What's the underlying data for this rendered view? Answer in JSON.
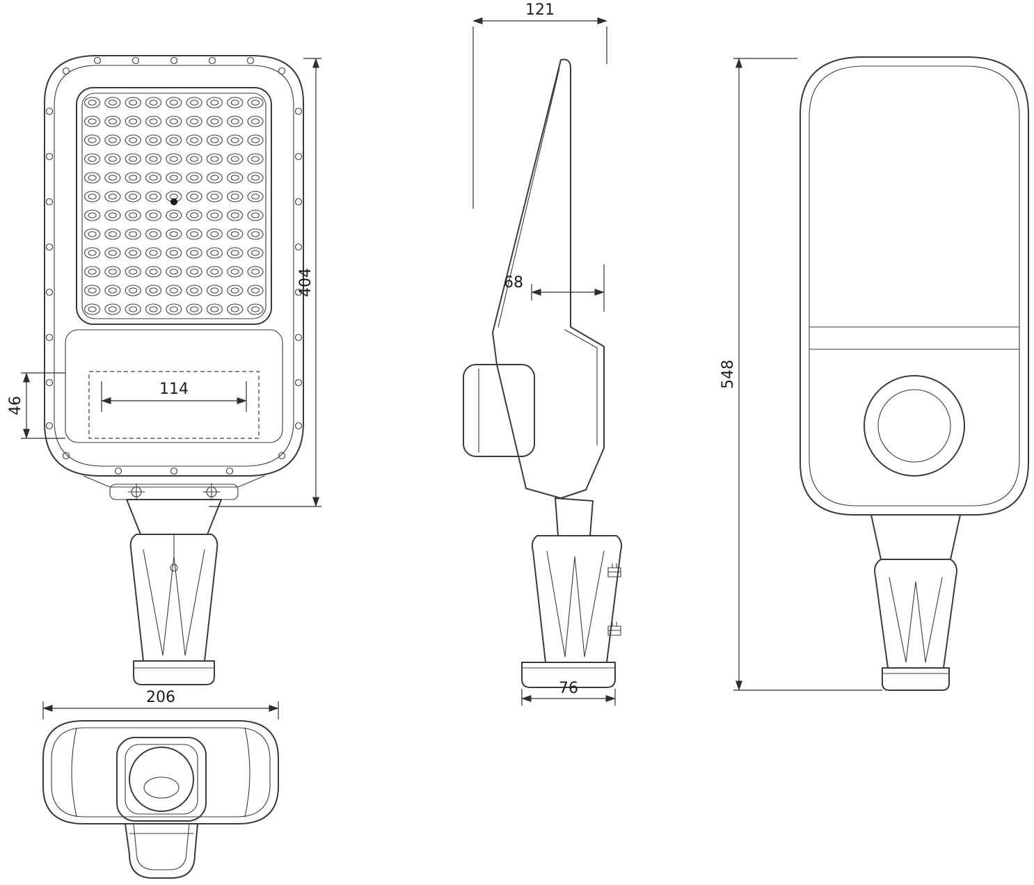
{
  "drawing": {
    "views": {
      "front": {
        "overall_height_mm": "404",
        "window_width_mm": "114",
        "window_height_mm": "46"
      },
      "side": {
        "overall_depth_mm": "121",
        "head_depth_mm": "68",
        "base_depth_mm": "76"
      },
      "back": {
        "overall_height_mm": "548"
      },
      "bottom": {
        "overall_width_mm": "206"
      }
    }
  }
}
